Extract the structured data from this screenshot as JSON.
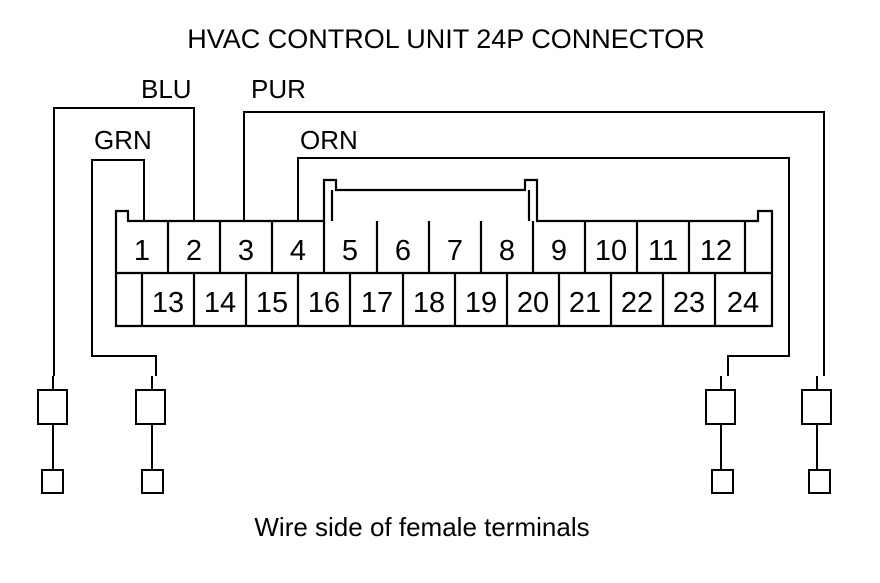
{
  "title": "HVAC CONTROL UNIT 24P CONNECTOR",
  "caption": "Wire side of female terminals",
  "wires": {
    "grn": "GRN",
    "blu": "BLU",
    "pur": "PUR",
    "orn": "ORN"
  },
  "connector": {
    "top_row": [
      "1",
      "2",
      "3",
      "4",
      "5",
      "6",
      "7",
      "8",
      "9",
      "10",
      "11",
      "12"
    ],
    "bottom_row": [
      "13",
      "14",
      "15",
      "16",
      "17",
      "18",
      "19",
      "20",
      "21",
      "22",
      "23",
      "24"
    ]
  },
  "colors": {
    "line": "#000000",
    "background": "#ffffff"
  }
}
